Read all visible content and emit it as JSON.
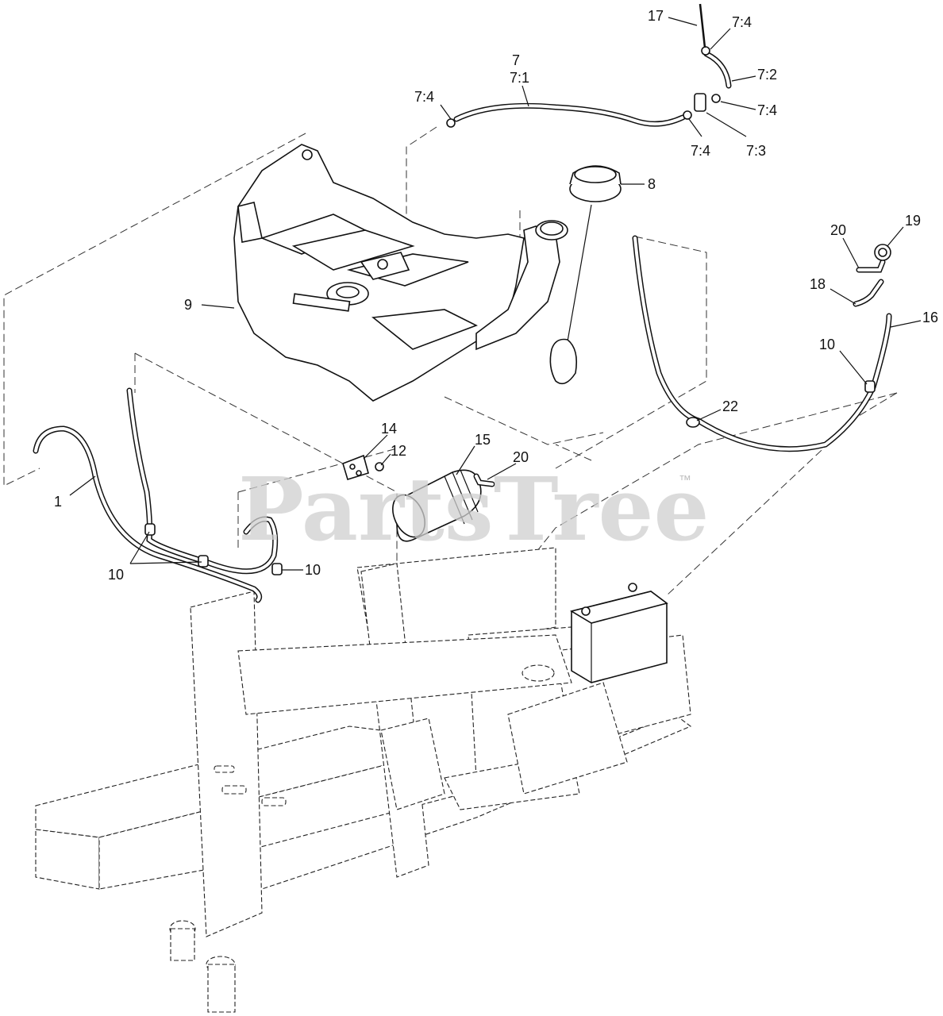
{
  "watermark": {
    "text": "PartsTree",
    "trademark": "™"
  },
  "callouts": {
    "c17": "17",
    "c7_4_top": "7:4",
    "c7_2": "7:2",
    "c7": "7",
    "c7_1": "7:1",
    "c7_4_left": "7:4",
    "c7_4_right": "7:4",
    "c7_4_bottom": "7:4",
    "c7_3": "7:3",
    "c8": "8",
    "c9": "9",
    "c20_top": "20",
    "c19": "19",
    "c18": "18",
    "c16": "16",
    "c10_right": "10",
    "c22": "22",
    "c14": "14",
    "c12": "12",
    "c15": "15",
    "c20_mid": "20",
    "c1": "1",
    "c10_left": "10",
    "c10_mid": "10"
  }
}
